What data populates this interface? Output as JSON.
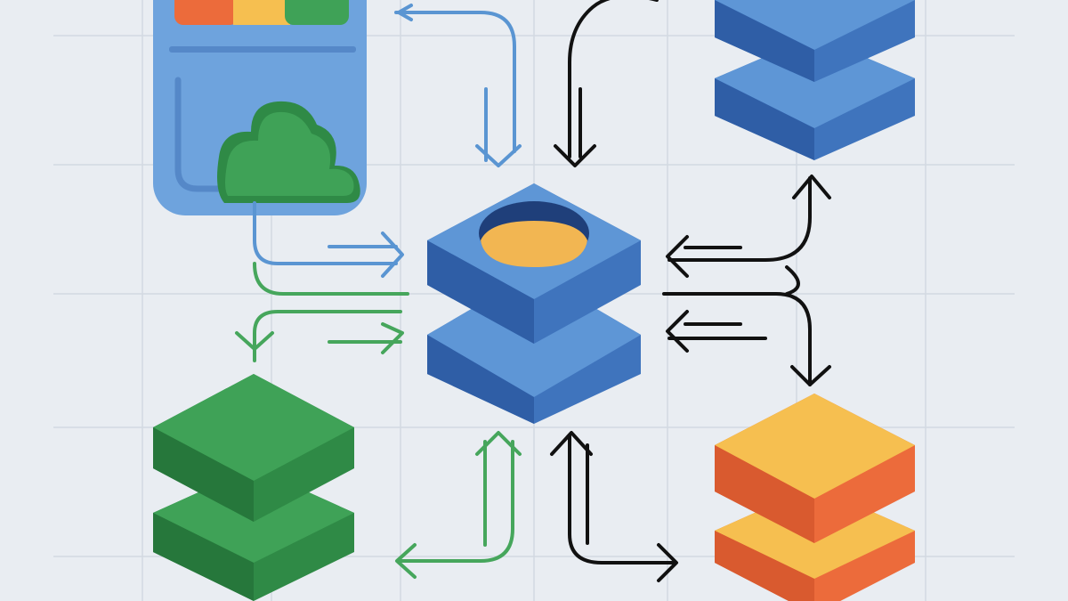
{
  "palette": {
    "background": "#e9edf2",
    "grid": "#d3d9e1",
    "blue_top": "#5e96d6",
    "blue_side": "#3f74bd",
    "blue_dark": "#2f5ea6",
    "blue_panel": "#6ea3dd",
    "blue_line": "#5a95d2",
    "green_top": "#3fa257",
    "green_side": "#2f8a46",
    "green_dark": "#26773b",
    "green_line": "#46a65c",
    "orange": "#ec6b3b",
    "yellow": "#f6bf50",
    "yellow_hole": "#f2b652",
    "black_line": "#111111"
  },
  "icons": [
    "cloud-app-window-icon",
    "central-database-icon",
    "blue-database-icon",
    "green-database-icon",
    "orange-database-icon"
  ],
  "arrow_colors": [
    "blue",
    "black",
    "green"
  ]
}
